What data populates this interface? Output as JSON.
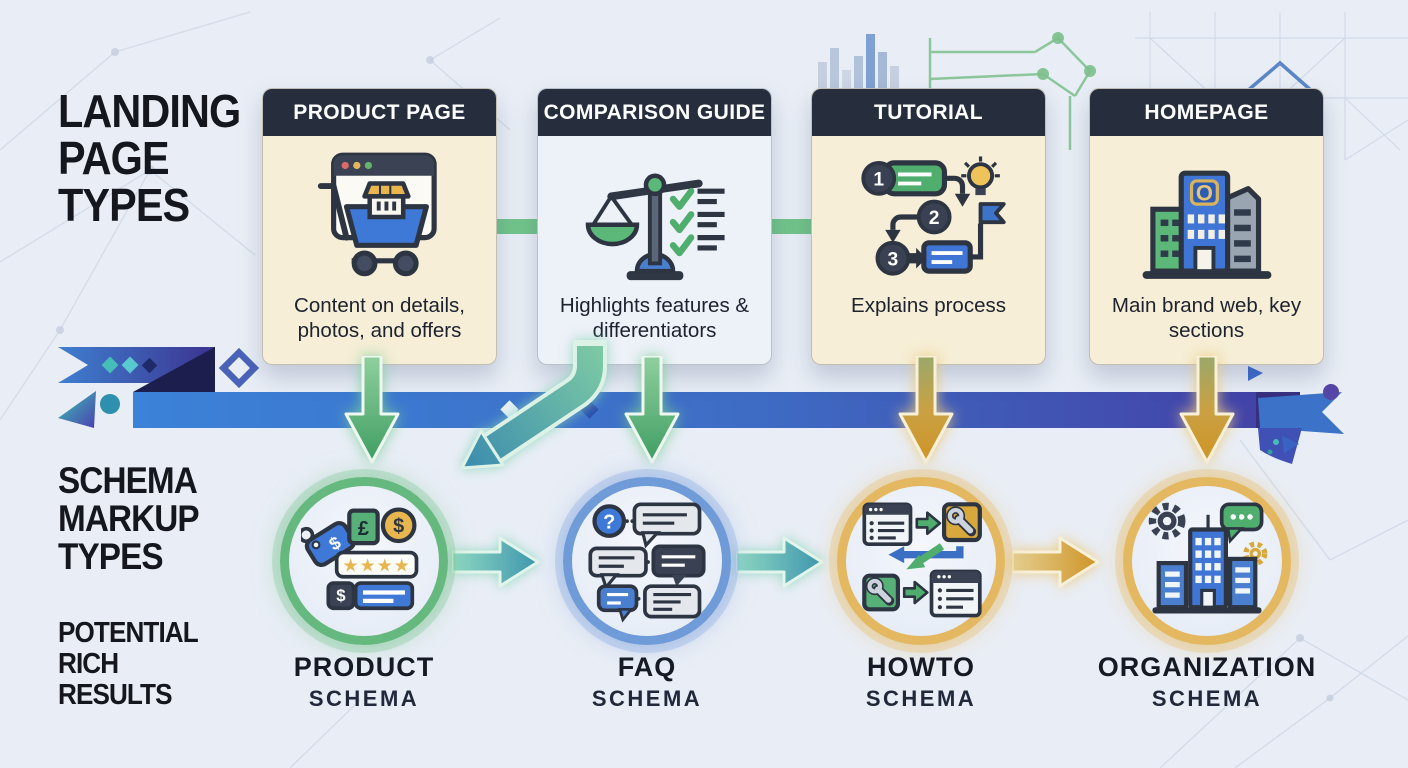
{
  "header": {
    "title_lines": [
      "LANDING",
      "PAGE",
      "TYPES"
    ]
  },
  "left_labels": {
    "schema_markup_lines": [
      "SCHEMA",
      "MARKUP",
      "TYPES"
    ],
    "rich_results_lines": [
      "POTENTIAL",
      "RICH",
      "RESULTS"
    ]
  },
  "cards": [
    {
      "title": "PRODUCT PAGE",
      "description": "Content on details, photos, and offers",
      "icon": "shopping-cart-browser-icon",
      "body_color": "#f6eed6"
    },
    {
      "title": "COMPARISON GUIDE",
      "description": "Highlights features & differentiators",
      "icon": "balance-scale-checklist-icon",
      "body_color": "#edf1f8"
    },
    {
      "title": "TUTORIAL",
      "description": "Explains process",
      "icon": "numbered-steps-lightbulb-icon",
      "body_color": "#f6eed6"
    },
    {
      "title": "HOMEPAGE",
      "description": "Main brand web, key sections",
      "icon": "brand-buildings-icon",
      "body_color": "#f6eed6"
    }
  ],
  "schemas": [
    {
      "name": "PRODUCT",
      "category": "SCHEMA",
      "icon": "price-tag-rating-icon",
      "ring_color": "#66b97e"
    },
    {
      "name": "FAQ",
      "category": "SCHEMA",
      "icon": "question-chat-bubbles-icon",
      "ring_color": "#6f9bd9"
    },
    {
      "name": "HOWTO",
      "category": "SCHEMA",
      "icon": "steps-tools-flow-icon",
      "ring_color": "#e3b860"
    },
    {
      "name": "ORGANIZATION",
      "category": "SCHEMA",
      "icon": "buildings-gears-chat-icon",
      "ring_color": "#e3b860"
    }
  ],
  "colors": {
    "background": "#e9eef6",
    "card_header": "#262e3e",
    "cream_body": "#f6eed6",
    "ribbon_blue": "#3b82d8",
    "ribbon_indigo": "#4343a8",
    "arrow_green": "#4fae6d",
    "arrow_gold": "#d9a83c",
    "connector_green": "#72c48b"
  }
}
